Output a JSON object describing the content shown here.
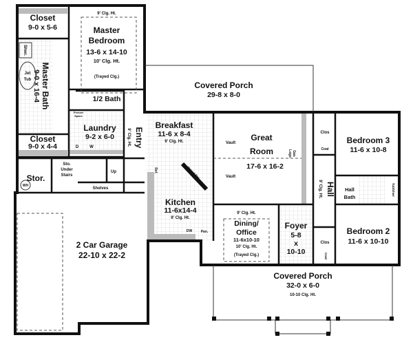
{
  "rooms": {
    "closet_top": {
      "name": "Closet",
      "size": "9-0 x 5-6"
    },
    "master_bedroom": {
      "name1": "Master",
      "name2": "Bedroom",
      "size": "13-6 x 14-10",
      "ceiling": "10' Clg. Ht.",
      "note": "(Trayed Clg.)",
      "ceiling_top": "9' Clg. Ht."
    },
    "master_bath": {
      "name": "Master Bath",
      "size": "9-0 x 16-4",
      "shower": "Shwr.",
      "tub1": "Jet",
      "tub2": "Tub"
    },
    "half_bath": {
      "name": "1/2 Bath"
    },
    "freezer": {
      "line1": "Freezer",
      "line2": "Space"
    },
    "laundry": {
      "name": "Laundry",
      "size": "9-2 x 6-0",
      "dryer": "D",
      "washer": "W"
    },
    "closet_bottom": {
      "name": "Closet",
      "size": "9-0 x 4-4"
    },
    "entry": {
      "name": "Entry",
      "ceiling": "9' Clg. Ht."
    },
    "storage": {
      "name": "Stor.",
      "wh": "WH"
    },
    "under_stairs": {
      "line1": "Sto.",
      "line2": "Under",
      "line3": "Stairs",
      "up": "Up"
    },
    "shelves": {
      "name": "Shelves"
    },
    "garage": {
      "name": "2 Car Garage",
      "size": "22-10 x 22-2"
    },
    "porch_rear": {
      "name": "Covered Porch",
      "size": "29-8 x 8-0"
    },
    "breakfast": {
      "name": "Breakfast",
      "size": "11-6 x 8-4",
      "ceiling": "9' Clg. Ht."
    },
    "kitchen": {
      "name": "Kitchen",
      "size": "11-6x14-4",
      "ceiling": "9' Clg. Ht.",
      "ref": "Ref.",
      "raised_bar": "Raised Bar",
      "dw": "DW",
      "pan": "Pan."
    },
    "great_room": {
      "name1": "Great",
      "name2": "Room",
      "size": "17-6 x 16-2",
      "vault_top": "Vault",
      "vault_bottom": "Vault",
      "gas_logs1": "Gas",
      "gas_logs2": "Logs"
    },
    "dining": {
      "name1": "Dining/",
      "name2": "Office",
      "size": "11-6x10-10",
      "ceiling": "10' Clg. Ht.",
      "note": "(Trayed Clg.)",
      "ceiling_top": "9' Clg. Ht."
    },
    "foyer": {
      "name": "Foyer",
      "size1": "5-8",
      "size2": "x",
      "size3": "10-10"
    },
    "bedroom3": {
      "name": "Bedroom 3",
      "size": "11-6 x 10-8",
      "closet": "Clos",
      "coat": "Coat"
    },
    "hall": {
      "name": "Hall",
      "ceiling": "9' Clg. Ht."
    },
    "hall_bath": {
      "line1": "Hall",
      "line2": "Bath",
      "tub": "Tub/Shwr"
    },
    "bedroom2": {
      "name": "Bedroom 2",
      "size": "11-6 x 10-10",
      "closet": "Clos",
      "coat": "Coat"
    },
    "porch_front": {
      "name": "Covered Porch",
      "size": "32-0 x 6-0",
      "ceiling": "10-10 Clg. Ht."
    }
  }
}
